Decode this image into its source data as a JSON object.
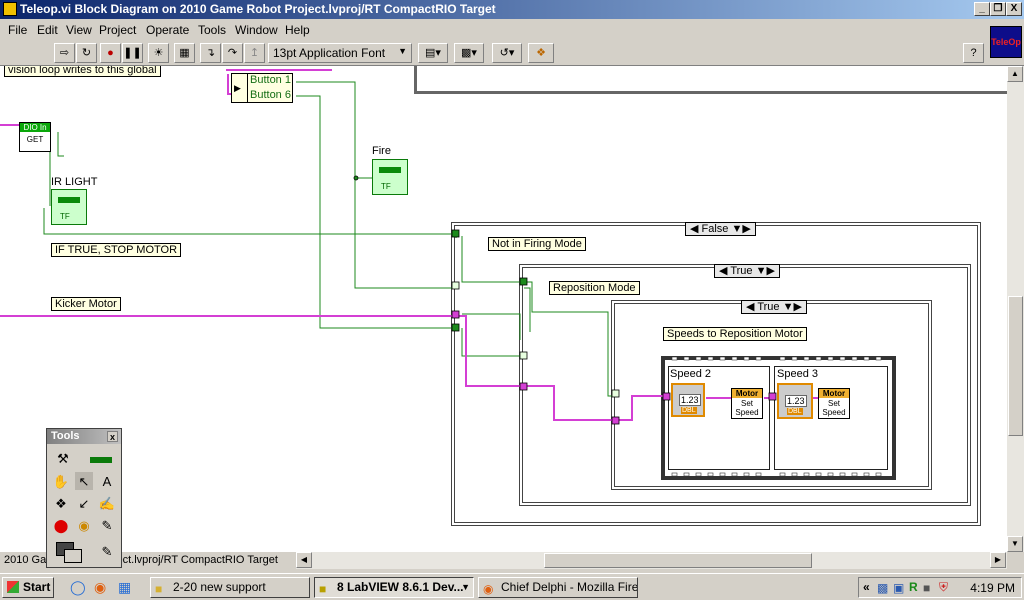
{
  "window": {
    "title": "Teleop.vi Block Diagram on 2010 Game Robot Project.lvproj/RT CompactRIO Target",
    "controls": [
      "_",
      "❐",
      "X"
    ]
  },
  "menu": [
    "File",
    "Edit",
    "View",
    "Project",
    "Operate",
    "Tools",
    "Window",
    "Help"
  ],
  "toolbar": {
    "font": "13pt Application Font",
    "help": "?"
  },
  "teleop_icon": "TeleOp",
  "diagram": {
    "top_comment": "vision loop writes to this global",
    "bundle_items": [
      "Button 1",
      "Button 6"
    ],
    "dio_label": "DIO In",
    "dio_get": "GET",
    "ir_light": "IR LIGHT",
    "if_true_label": "IF TRUE, STOP MOTOR",
    "kicker_label": "Kicker Motor",
    "fire": "Fire",
    "tf": "TF",
    "outer_case": {
      "selector": "False",
      "label": "Not in Firing Mode"
    },
    "middle_case": {
      "selector": "True",
      "label": "Reposition Mode"
    },
    "inner_case": {
      "selector": "True",
      "label": "Speeds to Reposition Motor"
    },
    "frames": [
      {
        "caption": "Speed 2",
        "num": "1.23",
        "dtype": "DBL"
      },
      {
        "caption": "Speed 3",
        "num": "1.23",
        "dtype": "DBL"
      }
    ],
    "motor_vi": {
      "header": "Motor",
      "body": "Set Speed"
    }
  },
  "path_bar": "2010 Game Robot Project.lvproj/RT CompactRIO Target",
  "palette": {
    "title": "Tools",
    "tools": [
      "multitool-icon",
      "color-icon",
      "operate-icon",
      "position-icon",
      "text-icon",
      "wire-icon",
      "shortcut-menu-icon",
      "scroll-icon",
      "breakpoint-icon",
      "probe-icon",
      "get-color-icon",
      "set-color-icon"
    ]
  },
  "taskbar": {
    "start": "Start",
    "tasks": [
      {
        "label": "2-20 new support",
        "active": false
      },
      {
        "label": "8 LabVIEW 8.6.1 Dev...",
        "active": true
      },
      {
        "label": "Chief Delphi - Mozilla Fire...",
        "active": false
      }
    ],
    "tray_chevron": "«",
    "clock": "4:19 PM"
  }
}
